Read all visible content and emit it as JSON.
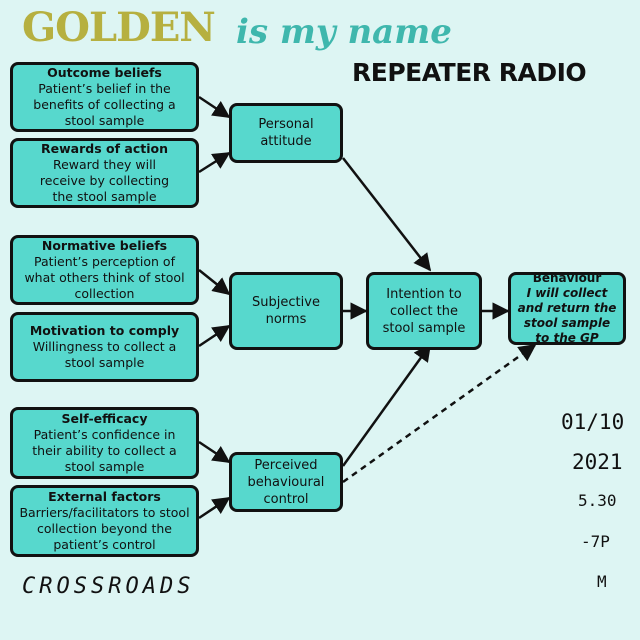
{
  "header": {
    "golden": "GOLDEN",
    "is_my_name": "is my name",
    "repeater_radio": "REPEATER RADIO"
  },
  "boxes": {
    "outcome": {
      "heading": "Outcome beliefs",
      "text": "Patient’s belief in the benefits of collecting a stool sample"
    },
    "rewards": {
      "heading": "Rewards of action",
      "text": "Reward they will receive by collecting the stool sample"
    },
    "normative": {
      "heading": "Normative beliefs",
      "text": "Patient’s perception of what others think of stool collection"
    },
    "motivation": {
      "heading": "Motivation to comply",
      "text": "Willingness to collect a stool sample"
    },
    "selfefficacy": {
      "heading": "Self-efficacy",
      "text": "Patient’s confidence in their ability to collect a stool sample"
    },
    "external": {
      "heading": "External factors",
      "text": "Barriers/facilitators to stool collection beyond the patient’s control"
    },
    "attitude": {
      "text": "Personal attitude"
    },
    "norms": {
      "text": "Subjective norms"
    },
    "control": {
      "text": "Perceived behavioural control"
    },
    "intention": {
      "text": "Intention to collect the stool sample"
    },
    "behaviour": {
      "heading": "Behaviour",
      "text": "I will collect and return the stool sample to the GP"
    }
  },
  "side_text": {
    "date": "01/10",
    "year": "2021",
    "time": "5.30",
    "range": "-7P",
    "m": "M"
  },
  "footer": {
    "crossroads": "CROSSROADS"
  }
}
